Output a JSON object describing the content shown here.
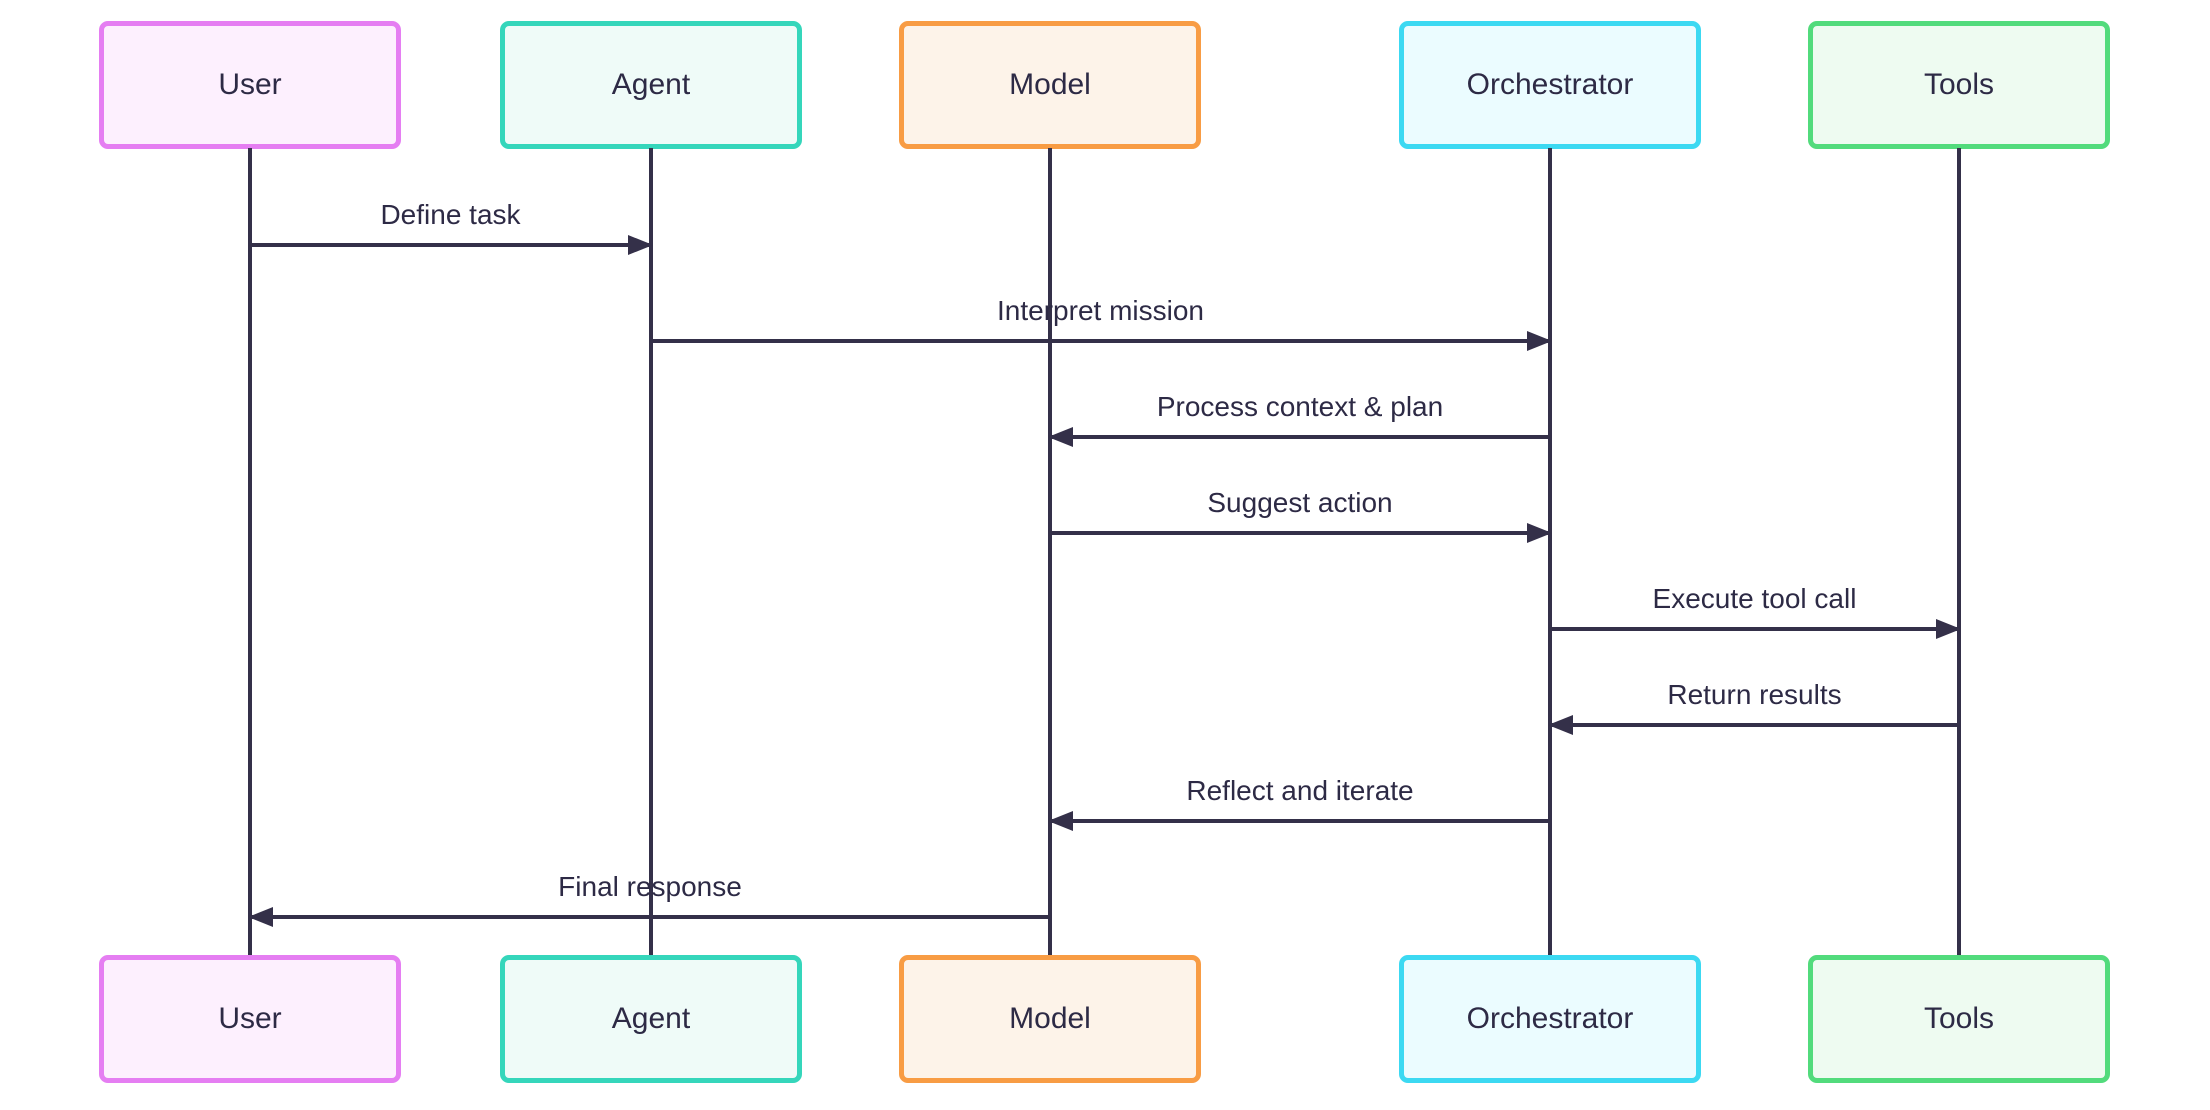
{
  "diagram": {
    "type": "sequence-diagram",
    "background_color": "#ffffff",
    "line_color": "#343049",
    "text_color": "#2d2a45"
  },
  "actors": [
    {
      "name": "User",
      "border_color": "#e57ef2",
      "fill_color": "#fdf0fe"
    },
    {
      "name": "Agent",
      "border_color": "#35d6bb",
      "fill_color": "#effbf8"
    },
    {
      "name": "Model",
      "border_color": "#f89c44",
      "fill_color": "#fdf3e9"
    },
    {
      "name": "Orchestrator",
      "border_color": "#3cd9f2",
      "fill_color": "#ebfcff"
    },
    {
      "name": "Tools",
      "border_color": "#52db7c",
      "fill_color": "#eefbf1"
    }
  ],
  "messages": [
    {
      "label": "Define task",
      "from": "User",
      "to": "Agent",
      "direction": "right"
    },
    {
      "label": "Interpret mission",
      "from": "Agent",
      "to": "Orchestrator",
      "direction": "right"
    },
    {
      "label": "Process context & plan",
      "from": "Orchestrator",
      "to": "Model",
      "direction": "left"
    },
    {
      "label": "Suggest action",
      "from": "Model",
      "to": "Orchestrator",
      "direction": "right"
    },
    {
      "label": "Execute tool call",
      "from": "Orchestrator",
      "to": "Tools",
      "direction": "right"
    },
    {
      "label": "Return results",
      "from": "Tools",
      "to": "Orchestrator",
      "direction": "left"
    },
    {
      "label": "Reflect and iterate",
      "from": "Orchestrator",
      "to": "Model",
      "direction": "left"
    },
    {
      "label": "Final response",
      "from": "Model",
      "to": "User",
      "direction": "left"
    }
  ]
}
